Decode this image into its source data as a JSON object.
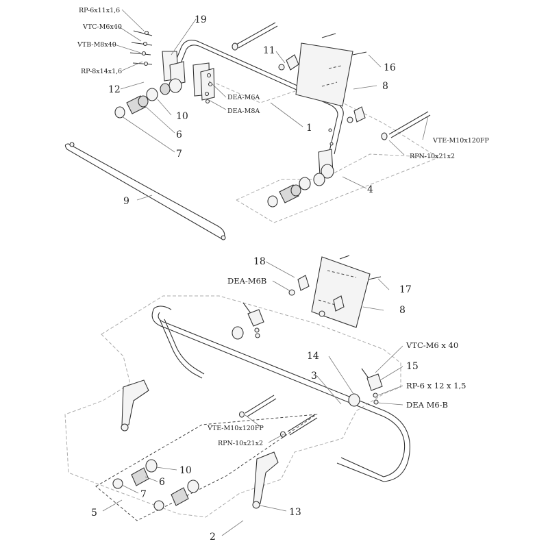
{
  "callouts_top": {
    "c1": "1",
    "c4": "4",
    "c6": "6",
    "c7": "7",
    "c8": "8",
    "c9": "9",
    "c10": "10",
    "c11": "11",
    "c12": "12",
    "c16": "16",
    "c19": "19"
  },
  "codes_top": {
    "rp6": "RP-6x11x1,6",
    "vtc": "VTC-M6x40",
    "vtb": "VTB-M8x40",
    "rp8": "RP-8x14x1,6",
    "dea6": "DEA-M6A",
    "dea8": "DEA-M8A",
    "vte": "VTE-M10x120FP",
    "rpn": "RPN-10x21x2"
  },
  "callouts_bottom": {
    "c18": "18",
    "c17": "17",
    "c8": "8",
    "c14": "14",
    "c3": "3",
    "c15": "15",
    "c10": "10",
    "c6": "6",
    "c7": "7",
    "c5": "5",
    "c13": "13",
    "c2": "2"
  },
  "codes_bottom": {
    "deam6b": "DEA-M6B",
    "vtc": "VTC-M6 x 40",
    "rp6": "RP-6 x 12 x 1,5",
    "deam6b2": "DEA M6-B",
    "vte": "VTE-M10x120FP",
    "rpn": "RPN-10x21x2"
  }
}
